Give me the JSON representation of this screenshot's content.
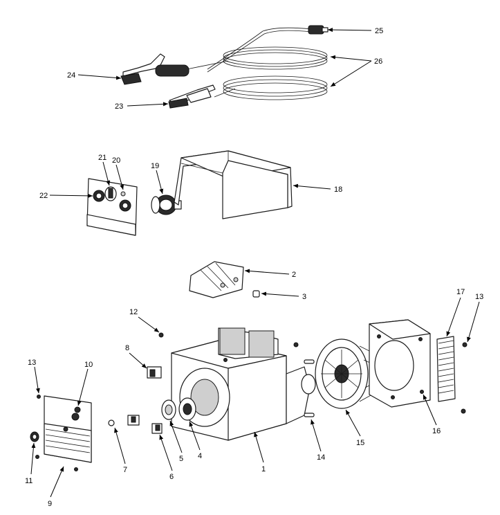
{
  "callouts": {
    "c1": "1",
    "c2": "2",
    "c3": "3",
    "c4": "4",
    "c5": "5",
    "c6": "6",
    "c7": "7",
    "c8": "8",
    "c9": "9",
    "c10": "10",
    "c11": "11",
    "c12": "12",
    "c13a": "13",
    "c13b": "13",
    "c14": "14",
    "c15": "15",
    "c16": "16",
    "c17": "17",
    "c18": "18",
    "c19": "19",
    "c20": "20",
    "c21": "21",
    "c22": "22",
    "c23": "23",
    "c24": "24",
    "c25": "25",
    "c26": "26"
  }
}
